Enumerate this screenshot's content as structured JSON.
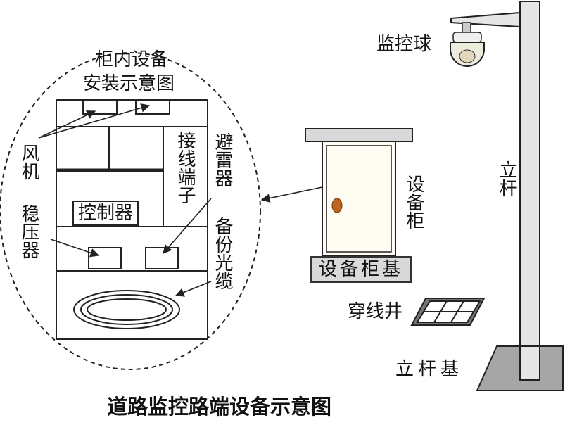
{
  "title": "道路监控路端设备示意图",
  "cabinet_detail": {
    "heading_line1": "柜内设备",
    "heading_line2": "安装示意图",
    "fan": "风机",
    "stabilizer": "稳压器",
    "terminal": "接线端子",
    "lightning": "避雷器",
    "backup_cable": "备份光缆",
    "controller": "控制器"
  },
  "cabinet": {
    "label": "设备柜",
    "base": "设备柜基"
  },
  "camera": "监控球",
  "pole": "立杆",
  "pole_base": "立杆基",
  "wire_well": "穿线井",
  "colors": {
    "line": "#222222",
    "cabinet_fill": "#fffdf3",
    "cabinet_top": "#d9d9d9",
    "knob": "#c0651d",
    "pole_fill": "#e6e6e6",
    "pole_base_fill": "#a6a6a6",
    "camera_dome": "#ececdc"
  }
}
